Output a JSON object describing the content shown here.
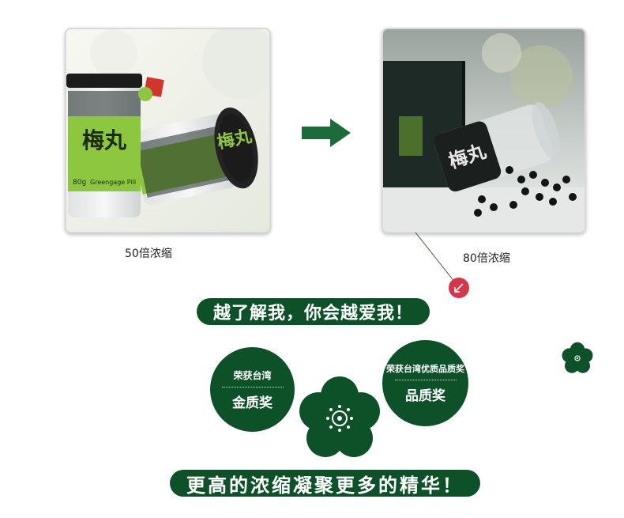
{
  "images": {
    "left": {
      "alt": "梅丸 Greengage Pill 80g"
    },
    "right": {
      "alt": "梅丸"
    }
  },
  "captions": {
    "left": "50倍浓缩",
    "right": "80倍浓缩"
  },
  "jar_label": {
    "brand": "梅丸",
    "weight": "80g",
    "english": "Greengage Pill"
  },
  "banners": {
    "top": "越了解我，你会越爱我！",
    "bottom": "更高的浓缩凝聚更多的精华！"
  },
  "awards": {
    "left": {
      "line1": "荣获台湾",
      "line2": "金质奖"
    },
    "right": {
      "line1": "荣获台湾优质品质奖",
      "line2": "品质奖"
    }
  },
  "colors": {
    "dark_green": "#0d5128",
    "lime": "#8dc63f",
    "pin_red": "#d6354a"
  },
  "icons": {
    "arrow": "arrow-right-icon",
    "pin": "arrow-down-left-icon",
    "flower": "plum-blossom-icon"
  }
}
